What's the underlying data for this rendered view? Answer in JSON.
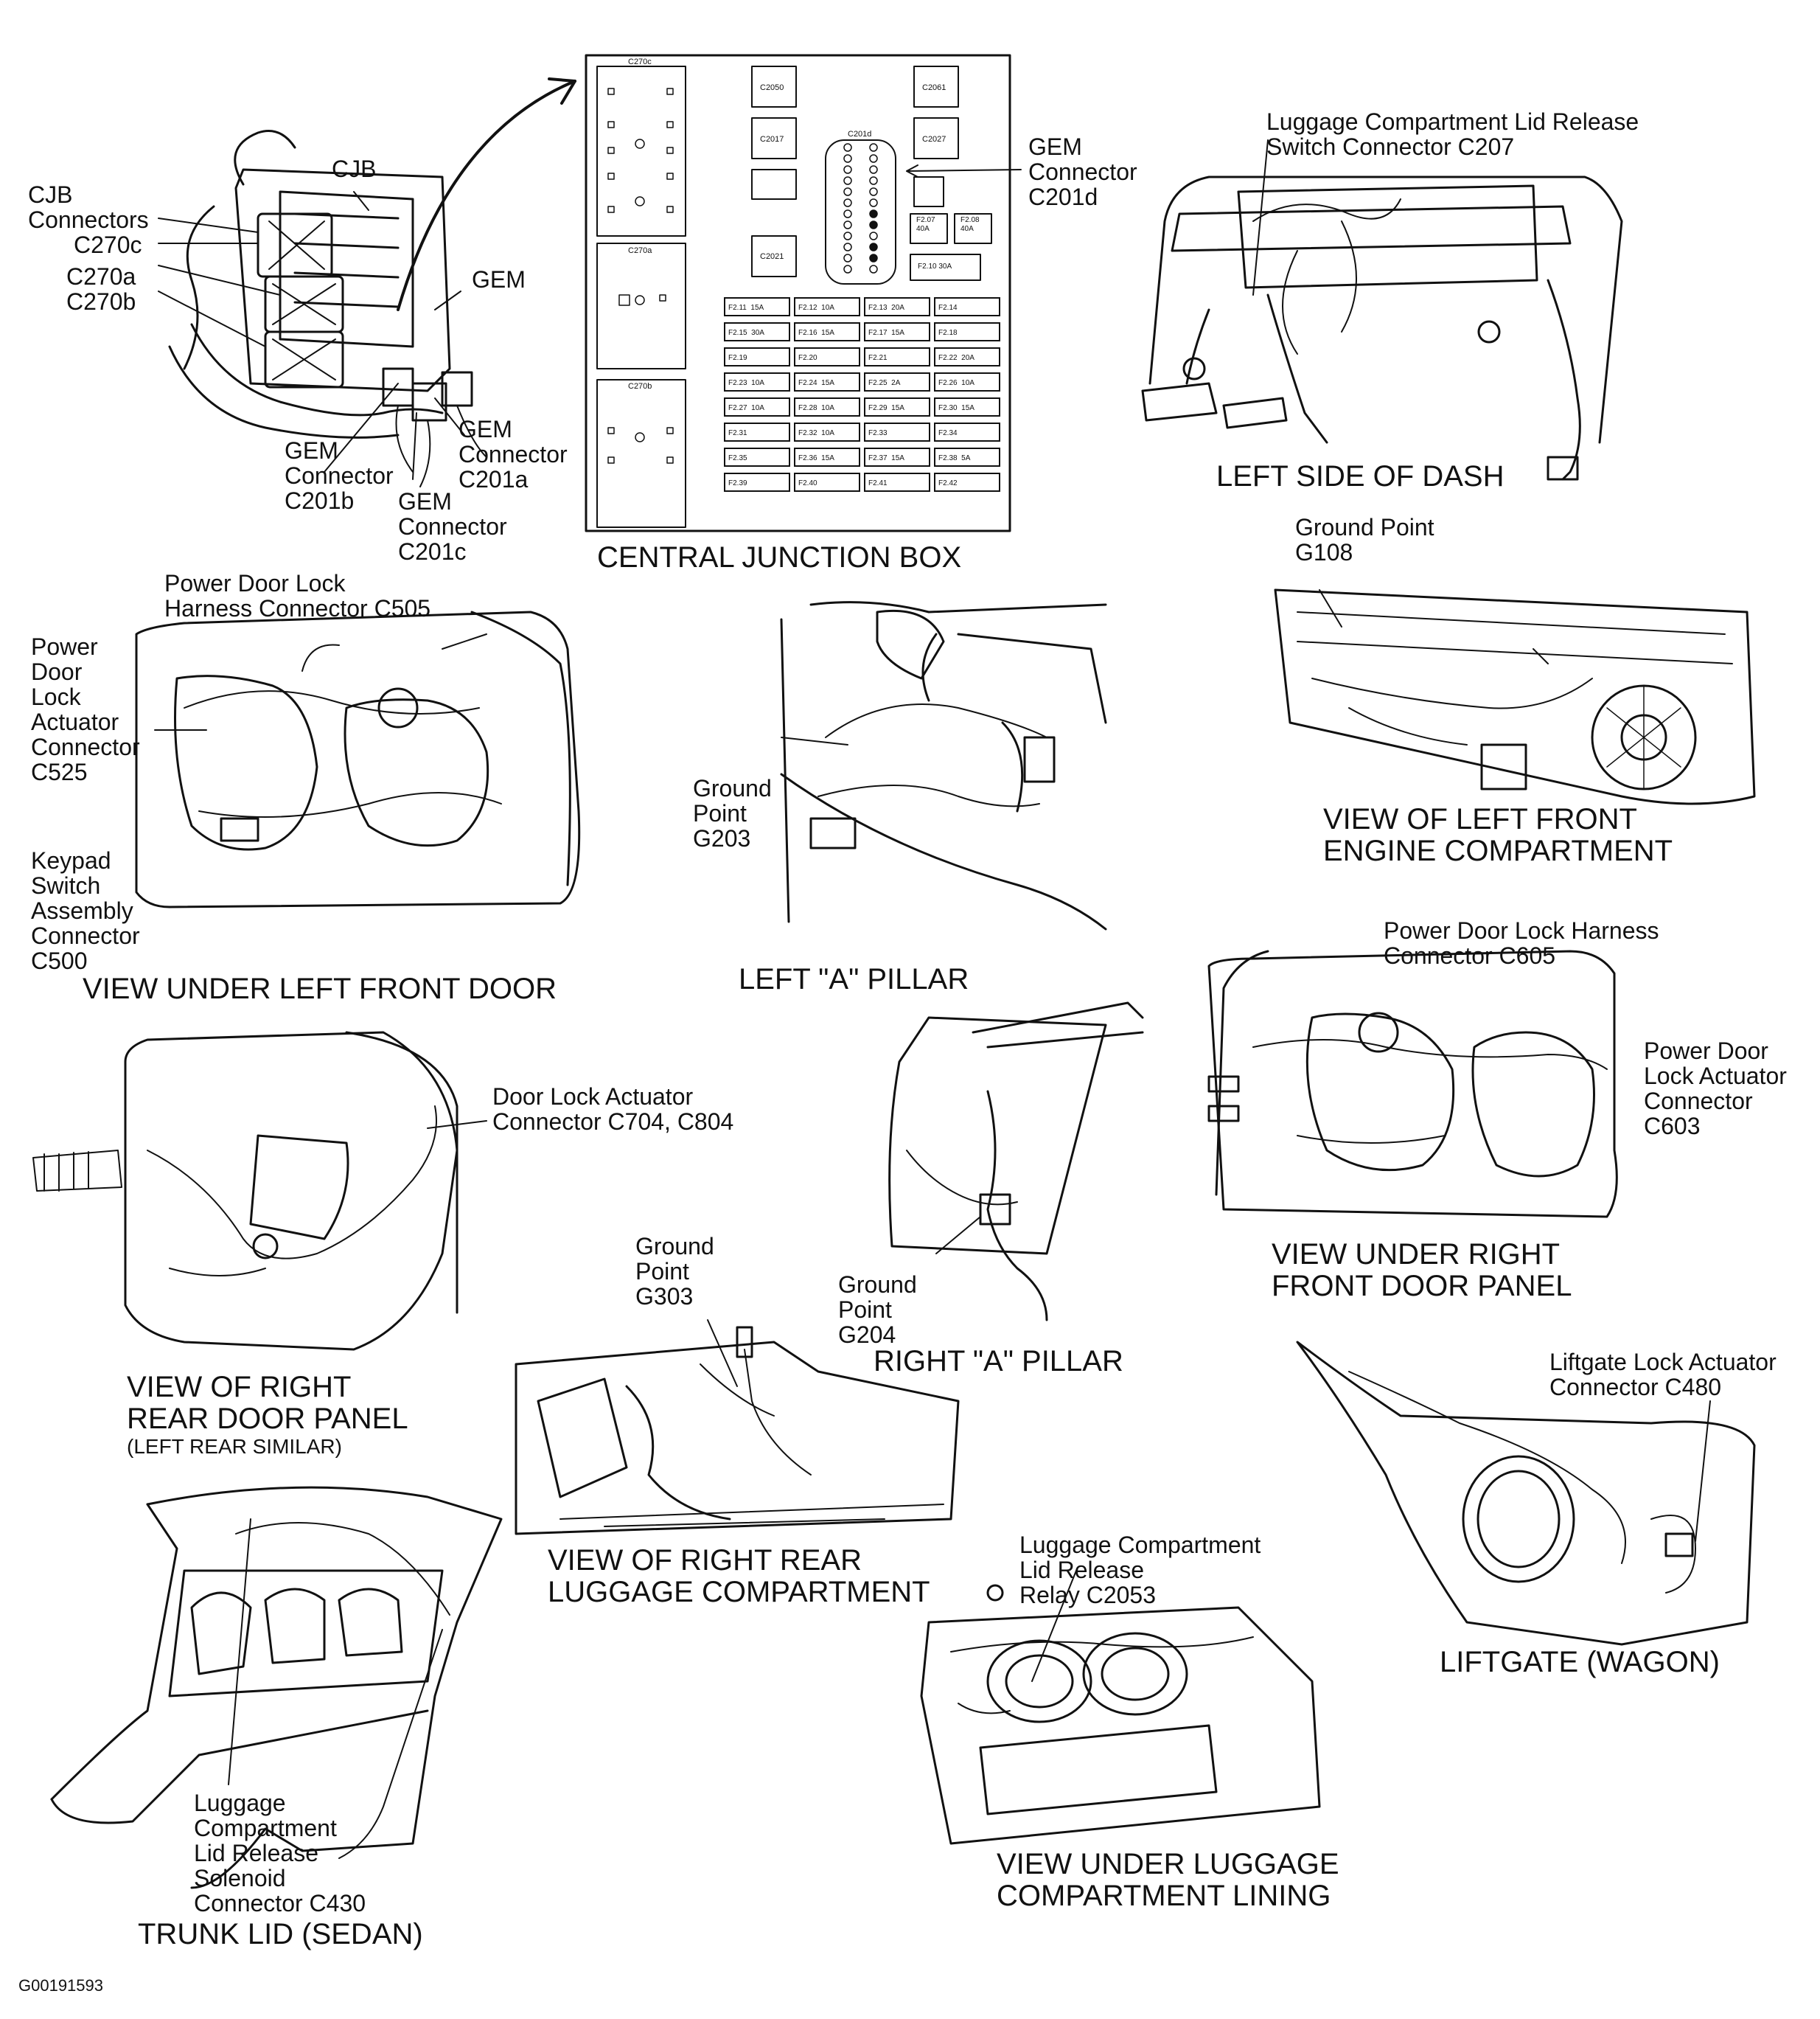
{
  "figure_id": "G00191593",
  "panels": {
    "central_junction_box": {
      "caption": "CENTRAL JUNCTION BOX",
      "cjb": "CJB",
      "cjb_connectors": "CJB\nConnectors",
      "c270c": "C270c",
      "c270a": "C270a",
      "c270b": "C270b",
      "gem": "GEM",
      "gem_c201a": "GEM\nConnector\nC201a",
      "gem_c201b": "GEM\nConnector\nC201b",
      "gem_c201c": "GEM\nConnector\nC201c",
      "gem_c201d": "GEM\nConnector\nC201d",
      "box": {
        "c270c": "C270c",
        "c270a": "C270a",
        "c270b": "C270b",
        "c201d": "C201d",
        "relays": [
          "C2050",
          "C2061",
          "C2017",
          "C2027",
          "C2021"
        ],
        "maxi_fuses": [
          "F2.07\n40A",
          "F2.08\n40A",
          "F2.10   30A"
        ],
        "fuses": [
          [
            "F2.11  15A",
            "F2.12  10A",
            "F2.13  20A",
            "F2.14"
          ],
          [
            "F2.15  30A",
            "F2.16  15A",
            "F2.17  15A",
            "F2.18"
          ],
          [
            "F2.19",
            "F2.20",
            "F2.21",
            "F2.22  20A"
          ],
          [
            "F2.23  10A",
            "F2.24  15A",
            "F2.25  2A",
            "F2.26  10A"
          ],
          [
            "F2.27  10A",
            "F2.28  10A",
            "F2.29  15A",
            "F2.30  15A"
          ],
          [
            "F2.31",
            "F2.32  10A",
            "F2.33",
            "F2.34"
          ],
          [
            "F2.35",
            "F2.36  15A",
            "F2.37  15A",
            "F2.38  5A"
          ],
          [
            "F2.39",
            "F2.40",
            "F2.41",
            "F2.42"
          ]
        ]
      }
    },
    "left_dash": {
      "caption": "LEFT SIDE OF DASH",
      "label": "Luggage Compartment Lid Release\nSwitch Connector C207"
    },
    "left_front_door": {
      "caption": "VIEW UNDER LEFT FRONT DOOR",
      "harness": "Power Door Lock\nHarness Connector C505",
      "actuator": "Power\nDoor\nLock\nActuator\nConnector\nC525",
      "keypad": "Keypad\nSwitch\nAssembly\nConnector\nC500"
    },
    "left_a_pillar": {
      "caption": "LEFT \"A\" PILLAR",
      "ground": "Ground\nPoint\nG203"
    },
    "left_engine": {
      "caption": "VIEW OF LEFT FRONT\nENGINE COMPARTMENT",
      "ground": "Ground Point\nG108"
    },
    "right_front_door": {
      "caption": "VIEW UNDER RIGHT\nFRONT DOOR PANEL",
      "harness": "Power Door Lock Harness\nConnector C605",
      "actuator": "Power Door\nLock Actuator\nConnector\nC603"
    },
    "right_rear_door": {
      "caption": "VIEW OF RIGHT\nREAR DOOR PANEL",
      "subcaption": "(LEFT REAR SIMILAR)",
      "actuator": "Door Lock Actuator\nConnector C704, C804"
    },
    "right_a_pillar": {
      "caption": "RIGHT \"A\" PILLAR",
      "ground": "Ground\nPoint\nG204"
    },
    "right_rear_luggage": {
      "caption": "VIEW OF RIGHT REAR\nLUGGAGE COMPARTMENT",
      "ground": "Ground\nPoint\nG303"
    },
    "liftgate": {
      "caption": "LIFTGATE (WAGON)",
      "actuator": "Liftgate Lock Actuator\nConnector C480"
    },
    "trunk_lid": {
      "caption": "TRUNK LID (SEDAN)",
      "solenoid": "Luggage\nCompartment\nLid Release\nSolenoid\nConnector C430"
    },
    "luggage_lining": {
      "caption": "VIEW UNDER LUGGAGE\nCOMPARTMENT LINING",
      "relay": "Luggage Compartment\nLid Release\nRelay C2053"
    }
  }
}
